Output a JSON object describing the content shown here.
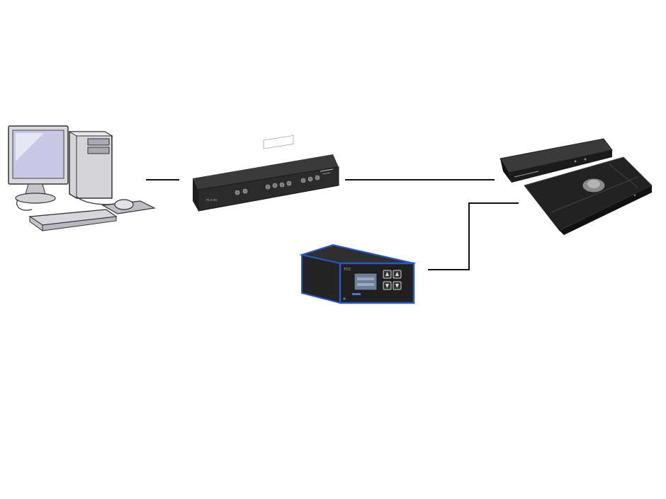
{
  "diagram": {
    "nodes": [
      {
        "id": "computer",
        "icon": "desktop-computer-icon"
      },
      {
        "id": "controller",
        "icon": "rack-controller-unit-icon",
        "front_label": "PLS-8X"
      },
      {
        "id": "temperature-controller",
        "icon": "temperature-controller-box-icon",
        "front_label": "TCC"
      },
      {
        "id": "stage",
        "icon": "motorized-microscope-stage-icon"
      }
    ],
    "connections": [
      {
        "from": "computer",
        "to": "controller"
      },
      {
        "from": "controller",
        "to": "stage"
      },
      {
        "from": "temperature-controller",
        "to": "stage"
      }
    ]
  },
  "colors": {
    "background": "#ffffff",
    "connector": "#111111",
    "device_body": "#2b2b2b",
    "device_accent": "#2a57c9",
    "computer_body": "#cfcfd4",
    "screen": "#c8c8e6"
  }
}
